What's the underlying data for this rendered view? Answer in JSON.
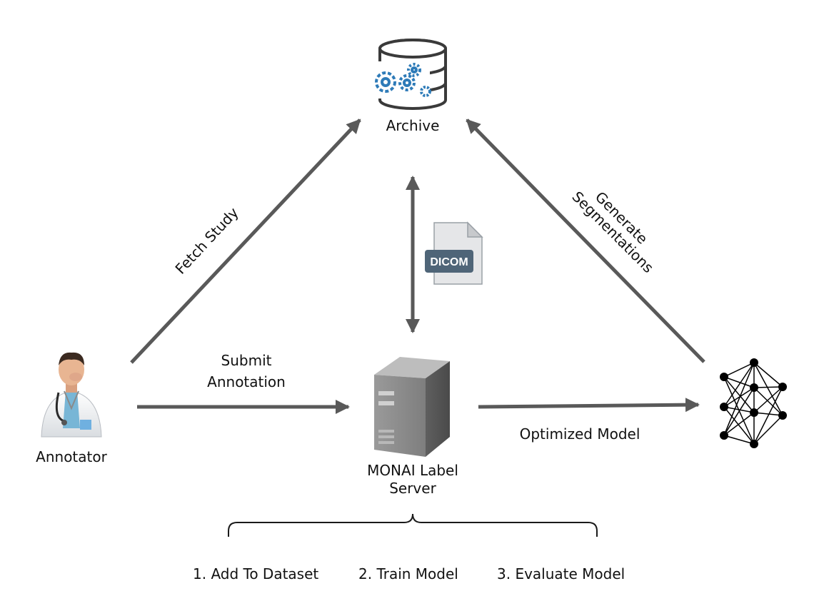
{
  "nodes": {
    "archive": {
      "label": "Archive",
      "icon": "database-gears-icon"
    },
    "annotator": {
      "label": "Annotator",
      "icon": "doctor-icon"
    },
    "server": {
      "label_line1": "MONAI Label",
      "label_line2": "Server",
      "icon": "server-tower-icon"
    },
    "model": {
      "icon": "neural-network-icon"
    },
    "dicom": {
      "label": "DICOM",
      "icon": "dicom-file-icon"
    }
  },
  "edges": {
    "fetch_study": "Fetch Study",
    "generate_line1": "Generate",
    "generate_line2": "Segmentations",
    "submit_line1": "Submit",
    "submit_line2": "Annotation",
    "optimized_model": "Optimized Model"
  },
  "steps": [
    "1. Add To Dataset",
    "2. Train Model",
    "3. Evaluate Model"
  ],
  "colors": {
    "arrow": "#595959",
    "gear": "#2e7bb8",
    "dicom_badge": "#4f6578",
    "server_body": "#8c8c8c",
    "network_node": "#000000"
  }
}
